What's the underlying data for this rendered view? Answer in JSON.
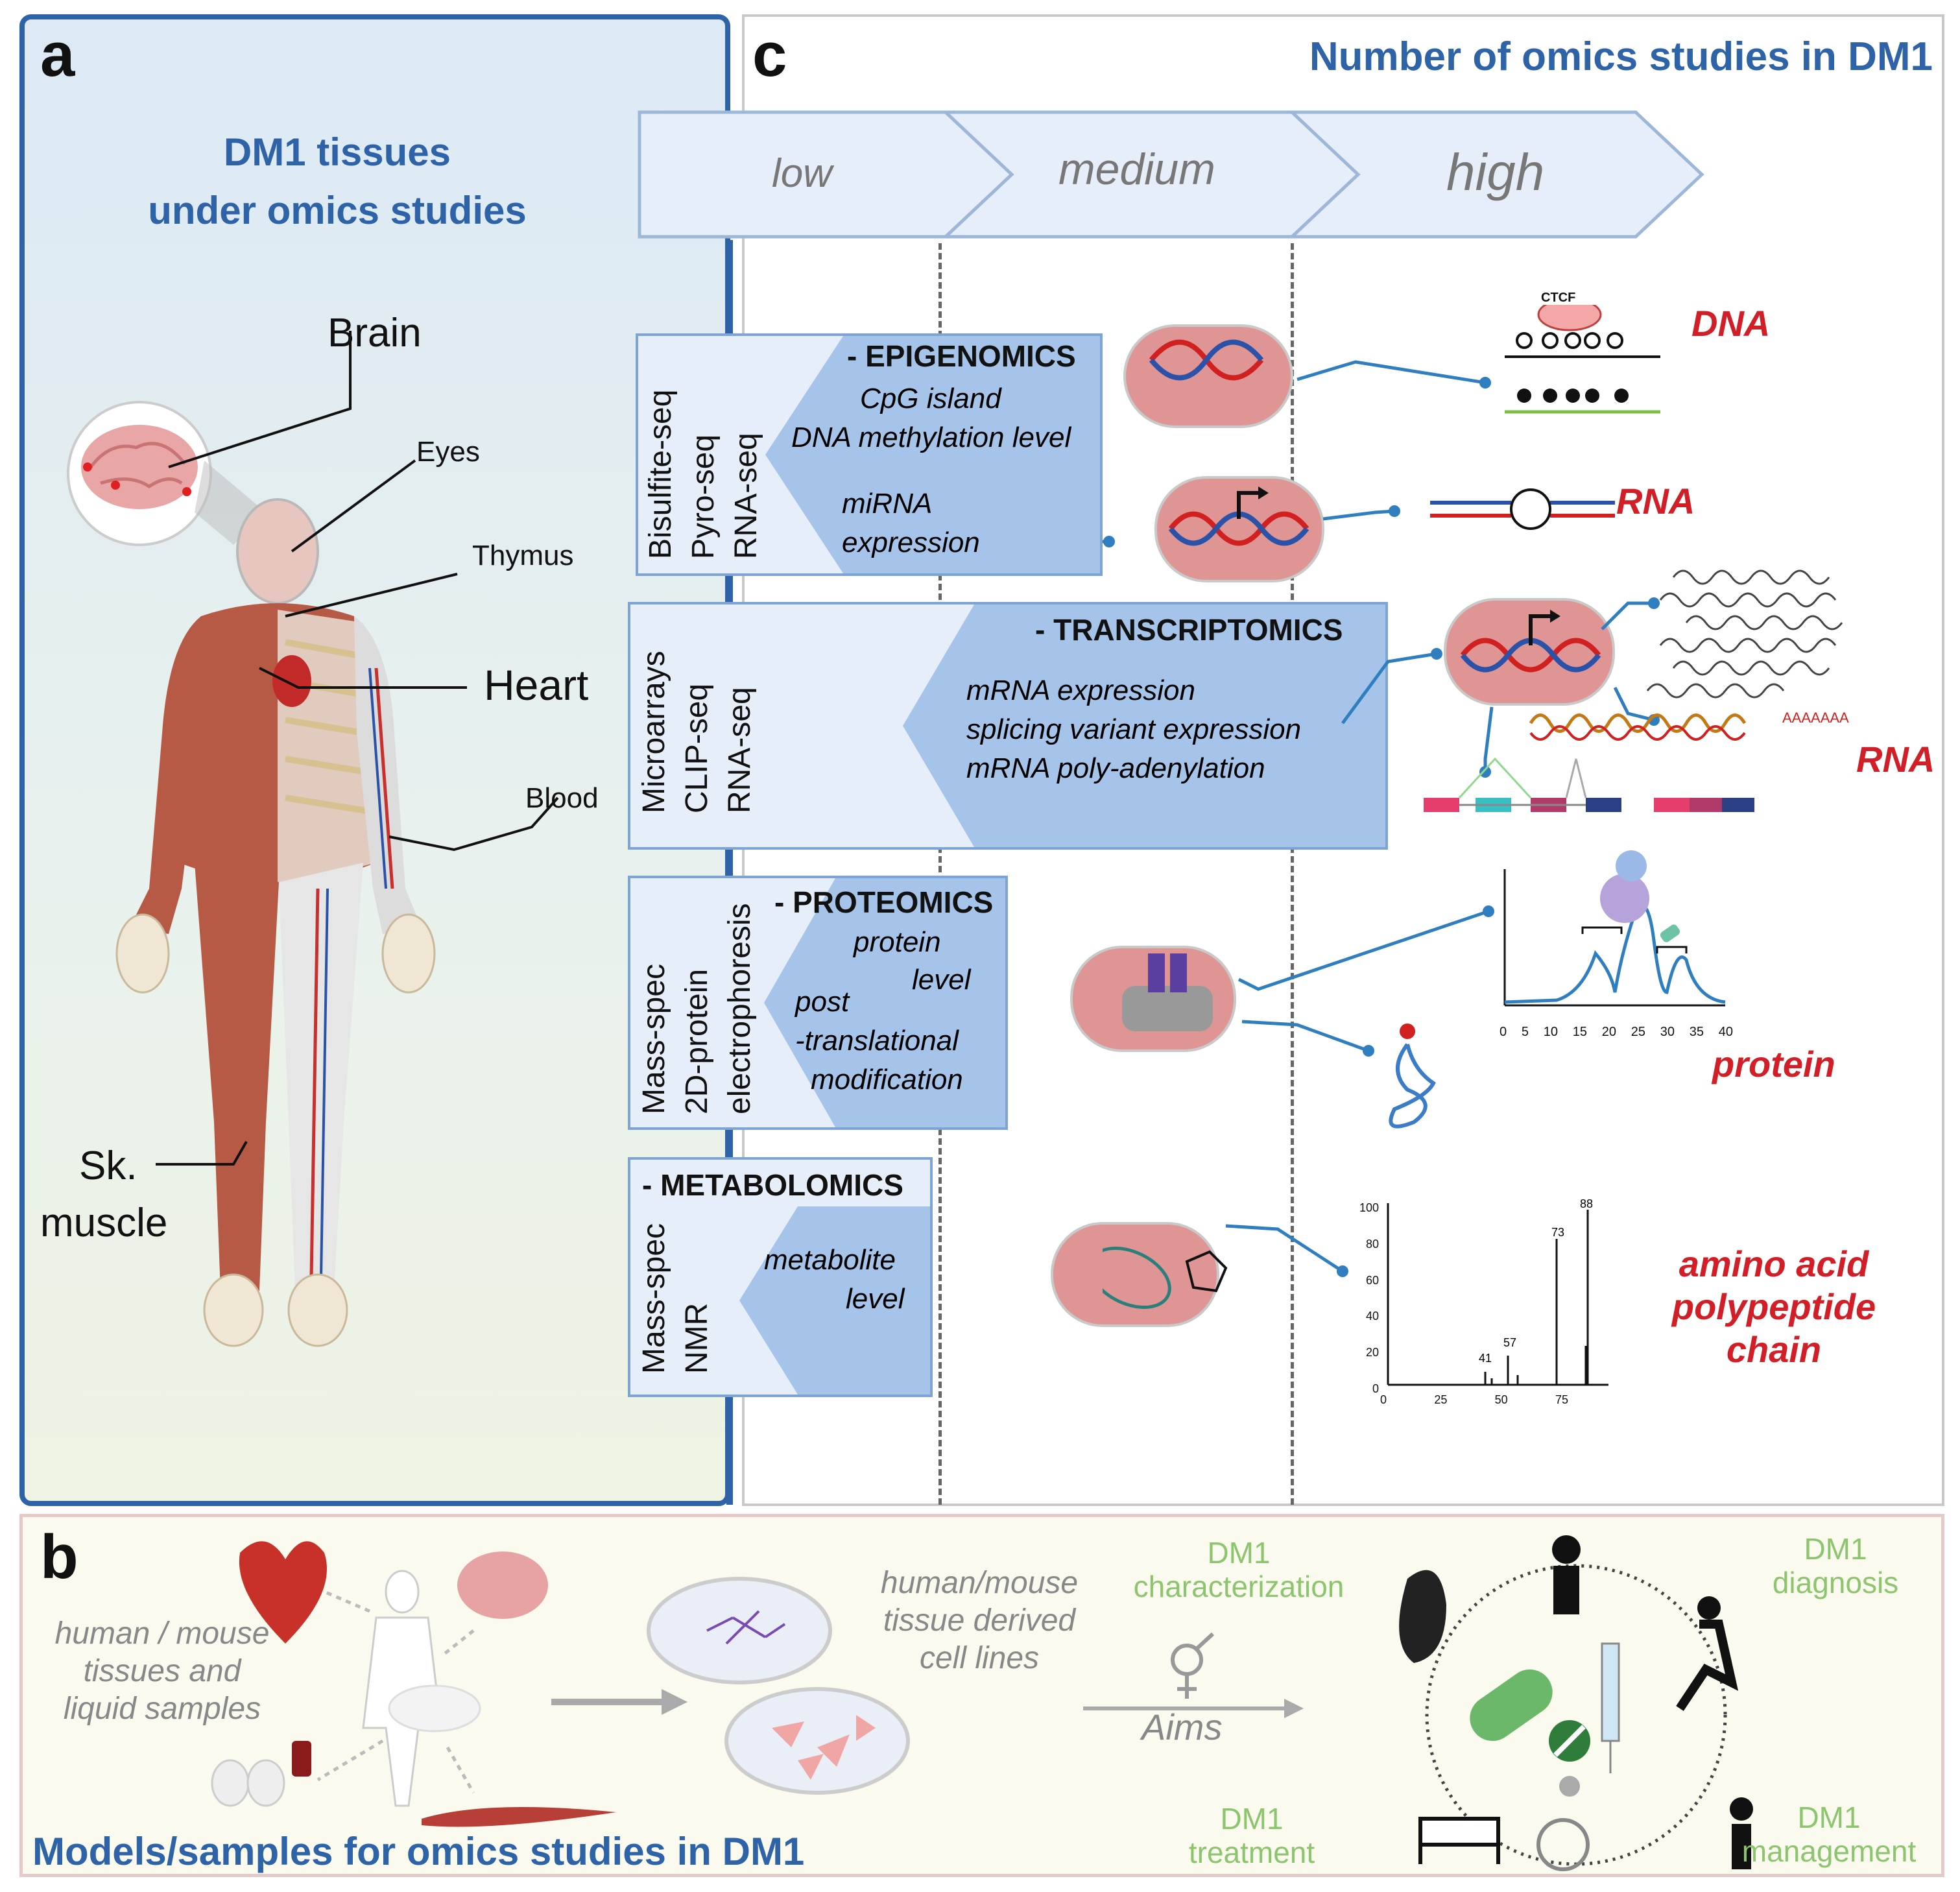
{
  "panel_a": {
    "letter": "a",
    "title_line1": "DM1 tissues",
    "title_line2": "under omics studies",
    "labels": {
      "brain": "Brain",
      "eyes": "Eyes",
      "thymus": "Thymus",
      "heart": "Heart",
      "blood": "Blood",
      "sk_line1": "Sk.",
      "sk_line2": "muscle"
    }
  },
  "panel_c": {
    "letter": "c",
    "title": "Number of omics studies in DM1",
    "levels": [
      "low",
      "medium",
      "high"
    ],
    "epigenomics": {
      "methods": [
        "Bisulfite-seq",
        "Pyro-seq",
        "RNA-seq"
      ],
      "title": "- EPIGENOMICS",
      "items": [
        "CpG island",
        "DNA methylation level",
        "miRNA",
        "expression"
      ]
    },
    "transcriptomics": {
      "methods": [
        "Microarrays",
        "CLIP-seq",
        "RNA-seq"
      ],
      "title": "- TRANSCRIPTOMICS",
      "items": [
        "mRNA expression",
        "splicing variant expression",
        "mRNA poly-adenylation"
      ]
    },
    "proteomics": {
      "methods": [
        "Mass-spec",
        "2D-protein",
        "electrophoresis"
      ],
      "title": "- PROTEOMICS",
      "items": [
        "protein",
        "level",
        "post",
        "-translational",
        "modification"
      ]
    },
    "metabolomics": {
      "methods": [
        "Mass-spec",
        "NMR"
      ],
      "title": "- METABOLOMICS",
      "items": [
        "metabolite",
        "level"
      ]
    },
    "outputs": {
      "dna": "DNA",
      "rna1": "RNA",
      "rna2": "RNA",
      "protein": "protein",
      "aa_line1": "amino acid",
      "aa_line2": "polypeptide",
      "aa_line3": "chain",
      "ctcf": "CTCF",
      "polya": "AAAAAAA"
    },
    "protein_chart": {
      "x_ticks": [
        "0",
        "5",
        "10",
        "15",
        "20",
        "25",
        "30",
        "35",
        "40"
      ]
    },
    "ms_chart": {
      "y_ticks": [
        "100",
        "80",
        "60",
        "40",
        "20",
        "0"
      ],
      "x_ticks": [
        "0",
        "25",
        "50",
        "75"
      ],
      "peak_labels": [
        "41",
        "57",
        "73",
        "88"
      ]
    }
  },
  "panel_b": {
    "letter": "b",
    "samples_line1": "human / mouse",
    "samples_line2": "tissues and",
    "samples_line3": "liquid samples",
    "cells_line1": "human/mouse",
    "cells_line2": "tissue derived",
    "cells_line3": "cell lines",
    "footer": "Models/samples for omics studies in DM1",
    "aims": "Aims",
    "char_line1": "DM1",
    "char_line2": "characterization",
    "diag_line1": "DM1",
    "diag_line2": "diagnosis",
    "treat_line1": "DM1",
    "treat_line2": "treatment",
    "mgmt_line1": "DM1",
    "mgmt_line2": "management"
  }
}
